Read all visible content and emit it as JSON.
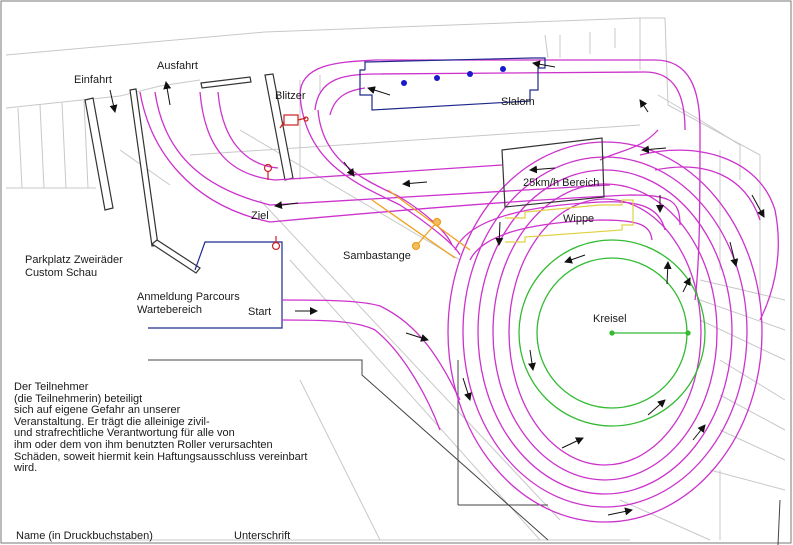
{
  "labels": {
    "einfahrt": "Einfahrt",
    "ausfahrt": "Ausfahrt",
    "blitzer": "Blitzer",
    "slalom": "Slalom",
    "bereich25": "25km/h Bereich",
    "ziel": "Ziel",
    "wippe": "Wippe",
    "sambastange": "Sambastange",
    "parkplatz_1": "Parkplatz Zweiräder",
    "parkplatz_2": "Custom Schau",
    "anmeldung_1": "Anmeldung Parcours",
    "anmeldung_2": "Wartebereich",
    "start": "Start",
    "kreisel": "Kreisel"
  },
  "disclaimer": {
    "lines": [
      "Der Teilnehmer",
      "(die Teilnehmerin) beteiligt",
      "sich auf eigene Gefahr an unserer",
      "Veranstaltung. Er trägt die alleinige zivil-",
      "und strafrechtliche Verantwortung für alle von",
      "ihm oder dem von ihm benutzten Roller verursachten",
      "Schäden, soweit hiermit kein Haftungsausschluss vereinbart",
      "wird."
    ]
  },
  "signature": {
    "name_label": "Name (in Druckbuchstaben)",
    "signature_label": "Unterschrift"
  },
  "colors": {
    "track": "#cc33cc",
    "slalom_zone": "#1f2a8c",
    "slalom_cones": "#1a1acc",
    "sambastange": "#f0a020",
    "wippe": "#e0d040",
    "kreisel": "#33bb33",
    "blitzer": "#cc2222",
    "grid": "#c8c8c8",
    "structure": "#333333",
    "arrows": "#111111"
  }
}
